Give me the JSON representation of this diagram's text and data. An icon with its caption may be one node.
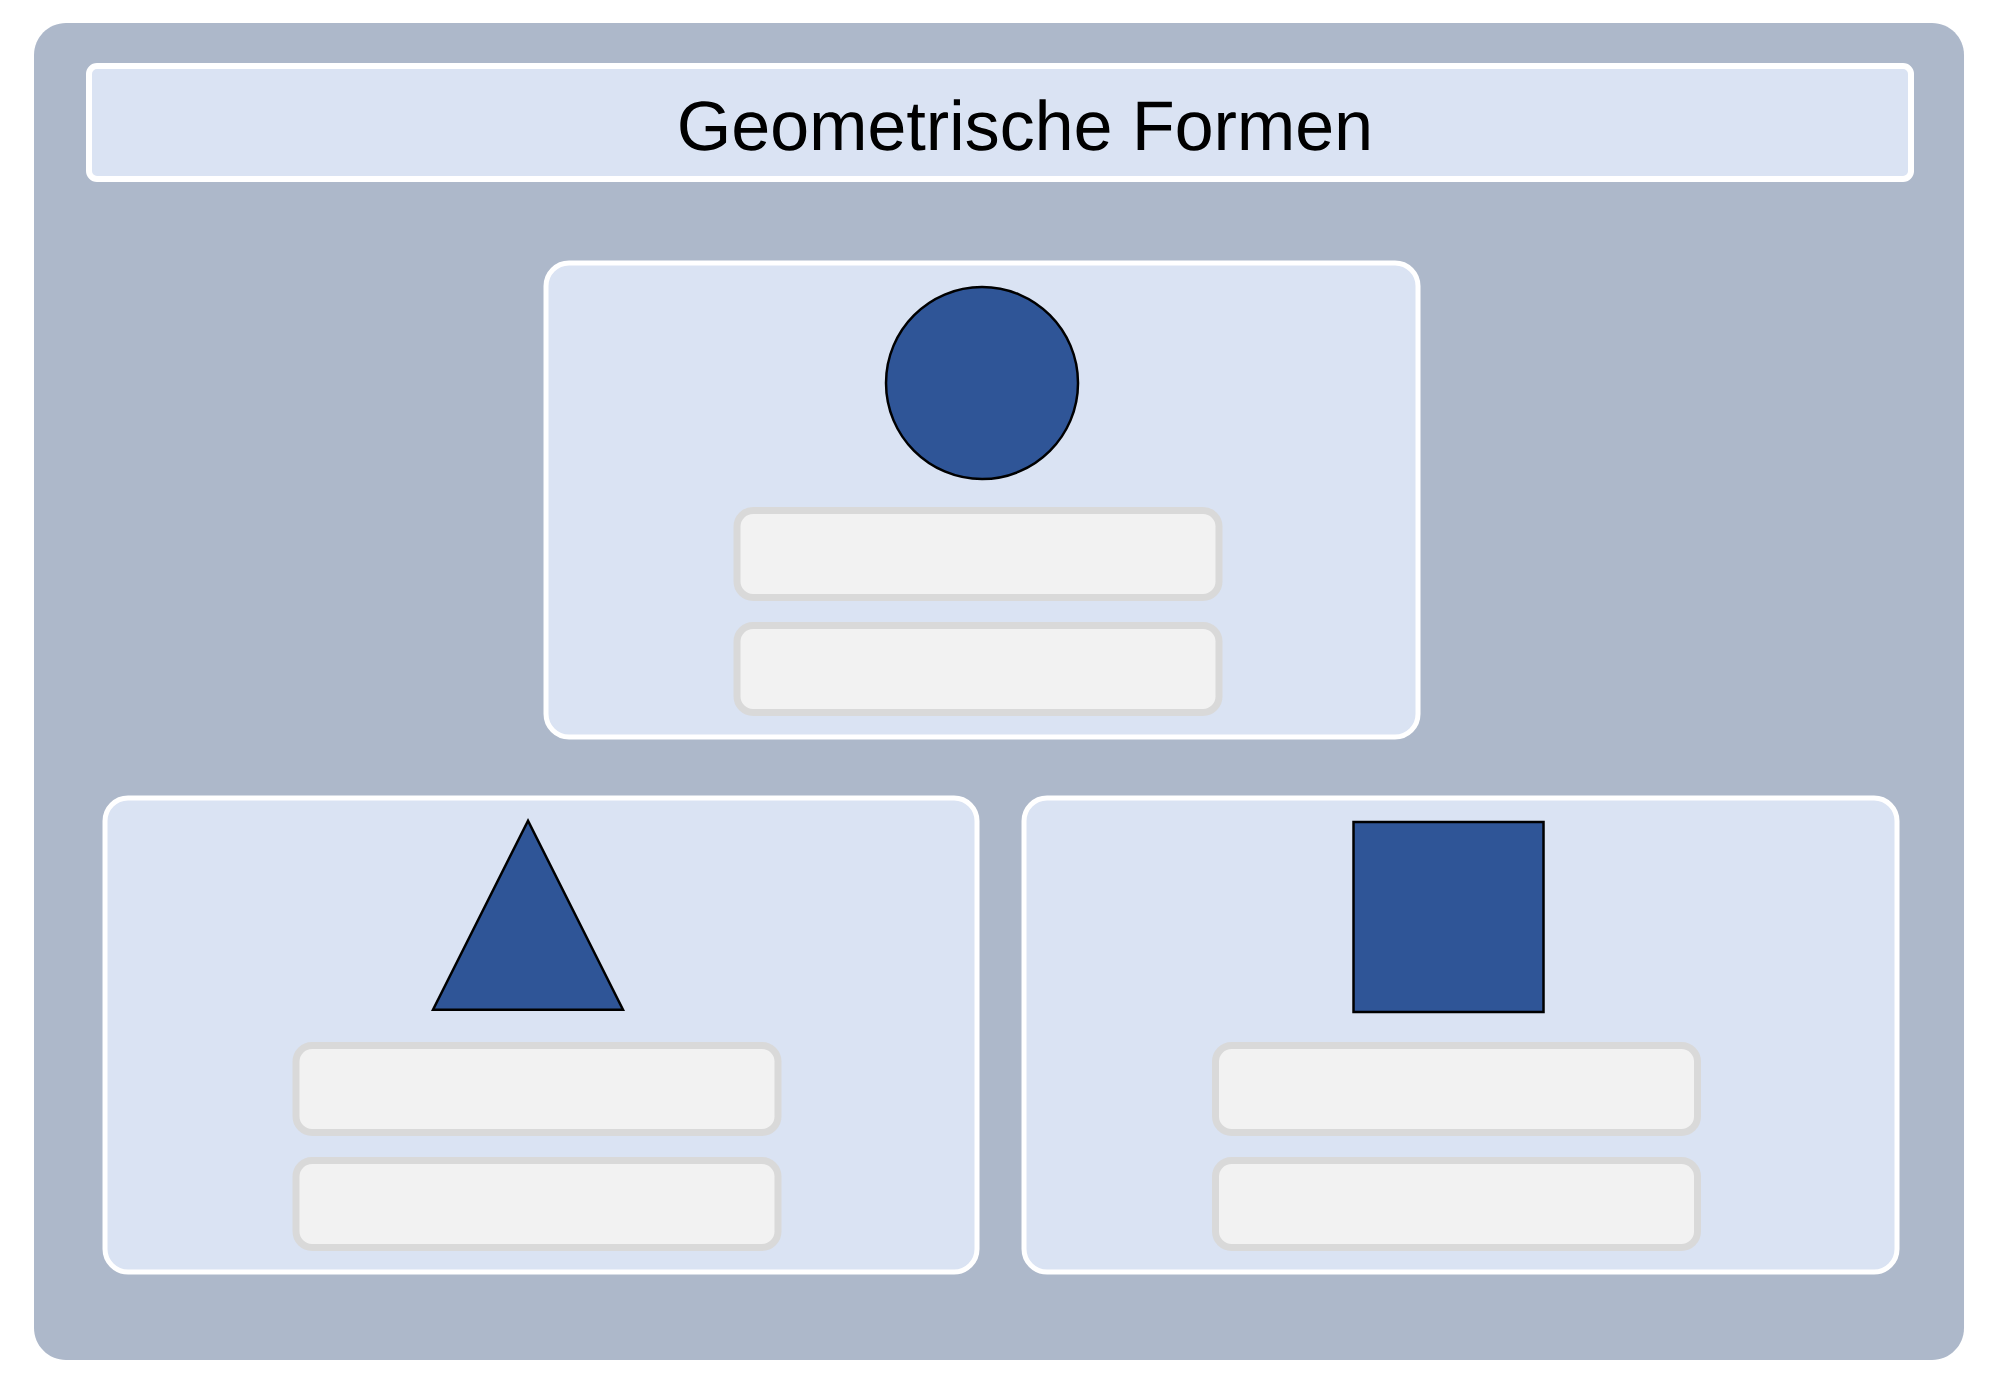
{
  "diagram": {
    "title": "Geometrische Formen",
    "nodes": [
      {
        "text": [],
        "shape": "box"
      },
      {
        "text": [],
        "shape": "circle",
        "in": 0
      },
      {
        "text": [],
        "shape": "box"
      },
      {
        "text": [],
        "shape": "triangle",
        "in": 2
      },
      {
        "text": [],
        "shape": "box"
      },
      {
        "text": [],
        "shape": "square",
        "in": 4
      }
    ]
  }
}
